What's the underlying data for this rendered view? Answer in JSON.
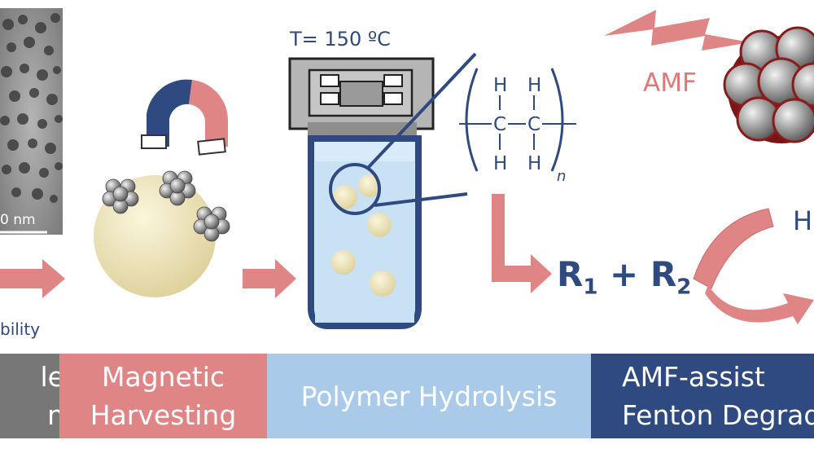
{
  "temperature_label": "T= 150 ºC",
  "amf_label": "AMF",
  "stability_label": "bility",
  "scale_bar_label": "0 nm",
  "reaction": {
    "r1": "R",
    "r1_sub": "1",
    "plus": " + ",
    "r2": "R",
    "r2_sub": "2"
  },
  "h_label": "H",
  "polymer": {
    "h_atom": "H",
    "c_atom": "C",
    "subscript": "n"
  },
  "bands": [
    {
      "line1": "le",
      "line2": "n"
    },
    {
      "line1": "Magnetic",
      "line2": "Harvesting"
    },
    {
      "line1": "Polymer Hydrolysis"
    },
    {
      "line1": "AMF-assist",
      "line2": "Fenton Degrad"
    }
  ],
  "colors": {
    "gray_band": "#777777",
    "pink": "#e08585",
    "light_blue": "#a9cbe9",
    "navy": "#2e4a80",
    "bead": "#efe6b9"
  }
}
